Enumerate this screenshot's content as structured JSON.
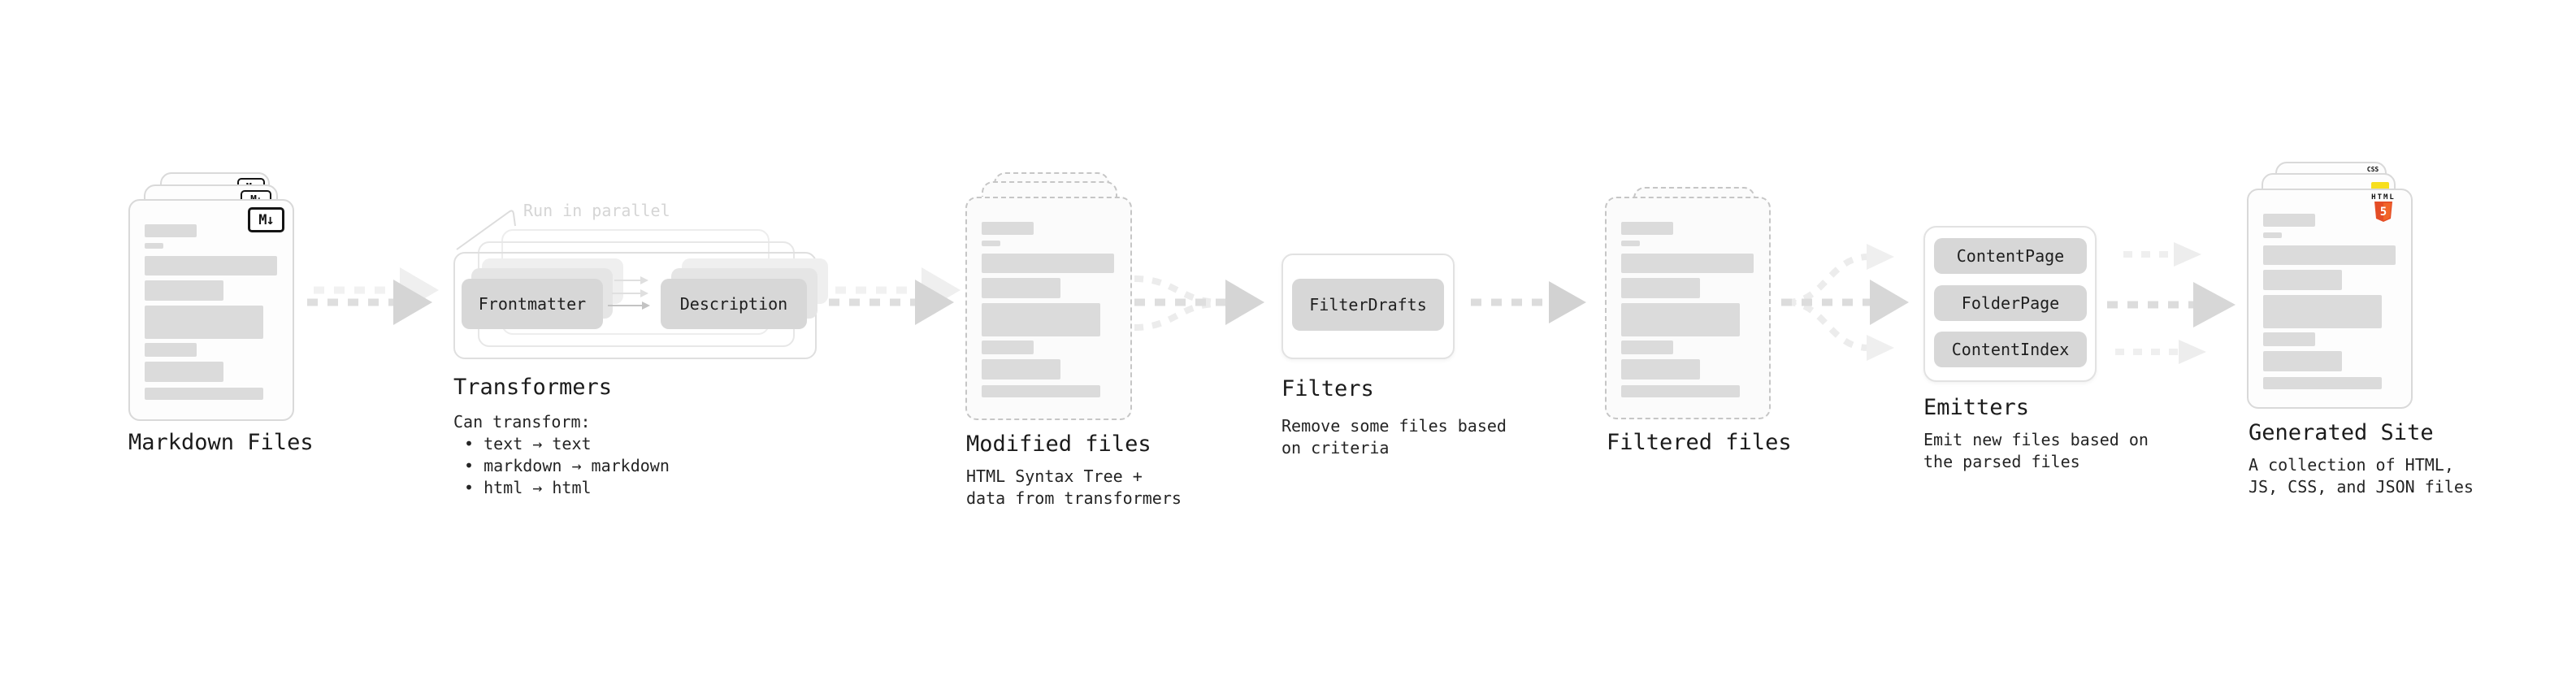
{
  "diagram": {
    "stages": {
      "markdown_files": {
        "title": "Markdown Files",
        "icon": "M↓"
      },
      "transformers": {
        "title": "Transformers",
        "annotation": "Run in parallel",
        "pill_left": "Frontmatter",
        "pill_right": "Description",
        "desc_intro": "Can transform:",
        "bullets": [
          "• text → text",
          "• markdown → markdown",
          "• html → html"
        ]
      },
      "modified_files": {
        "title": "Modified files",
        "desc_lines": [
          "HTML Syntax Tree +",
          "data from transformers"
        ]
      },
      "filters": {
        "title": "Filters",
        "pill": "FilterDrafts",
        "desc_lines": [
          "Remove some files based",
          "on criteria"
        ]
      },
      "filtered_files": {
        "title": "Filtered files"
      },
      "emitters": {
        "title": "Emitters",
        "pills": [
          "ContentPage",
          "FolderPage",
          "ContentIndex"
        ],
        "desc_lines": [
          "Emit new files based on",
          "the parsed files"
        ]
      },
      "generated_site": {
        "title": "Generated Site",
        "desc_lines": [
          "A collection of HTML,",
          "JS, CSS, and JSON files"
        ],
        "badges": {
          "css_label": "CSS",
          "html_label": "HTML",
          "html_number": "5"
        }
      }
    },
    "colors": {
      "html5_orange": "#e44d26",
      "js_yellow": "#f7df1e",
      "css_blue": "#2962f1",
      "skeleton_gray": "#dbdbdb"
    }
  }
}
